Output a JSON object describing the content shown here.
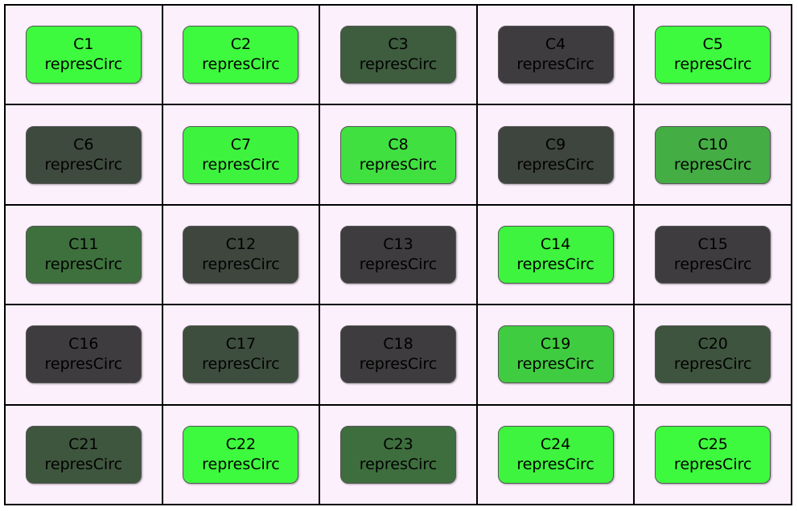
{
  "cells": [
    {
      "id": "C1",
      "type": "represCirc",
      "color": "#3efa3e"
    },
    {
      "id": "C2",
      "type": "represCirc",
      "color": "#3efa3e"
    },
    {
      "id": "C3",
      "type": "represCirc",
      "color": "#3e5c3e"
    },
    {
      "id": "C4",
      "type": "represCirc",
      "color": "#3e3c3e"
    },
    {
      "id": "C5",
      "type": "represCirc",
      "color": "#3efa3e"
    },
    {
      "id": "C6",
      "type": "represCirc",
      "color": "#3e4a3e"
    },
    {
      "id": "C7",
      "type": "represCirc",
      "color": "#3ef33e"
    },
    {
      "id": "C8",
      "type": "represCirc",
      "color": "#40e040"
    },
    {
      "id": "C9",
      "type": "represCirc",
      "color": "#3e443e"
    },
    {
      "id": "C10",
      "type": "represCirc",
      "color": "#44ad44"
    },
    {
      "id": "C11",
      "type": "represCirc",
      "color": "#3e703e"
    },
    {
      "id": "C12",
      "type": "represCirc",
      "color": "#3e463e"
    },
    {
      "id": "C13",
      "type": "represCirc",
      "color": "#3e3c3e"
    },
    {
      "id": "C14",
      "type": "represCirc",
      "color": "#3ef43e"
    },
    {
      "id": "C15",
      "type": "represCirc",
      "color": "#3e3c3e"
    },
    {
      "id": "C16",
      "type": "represCirc",
      "color": "#3e3c3e"
    },
    {
      "id": "C17",
      "type": "represCirc",
      "color": "#3e4e3e"
    },
    {
      "id": "C18",
      "type": "represCirc",
      "color": "#3e3c3e"
    },
    {
      "id": "C19",
      "type": "represCirc",
      "color": "#40cc40"
    },
    {
      "id": "C20",
      "type": "represCirc",
      "color": "#3e543e"
    },
    {
      "id": "C21",
      "type": "represCirc",
      "color": "#3e563e"
    },
    {
      "id": "C22",
      "type": "represCirc",
      "color": "#3efa3e"
    },
    {
      "id": "C23",
      "type": "represCirc",
      "color": "#3e6e3e"
    },
    {
      "id": "C24",
      "type": "represCirc",
      "color": "#3ef43e"
    },
    {
      "id": "C25",
      "type": "represCirc",
      "color": "#3efa3e"
    }
  ]
}
